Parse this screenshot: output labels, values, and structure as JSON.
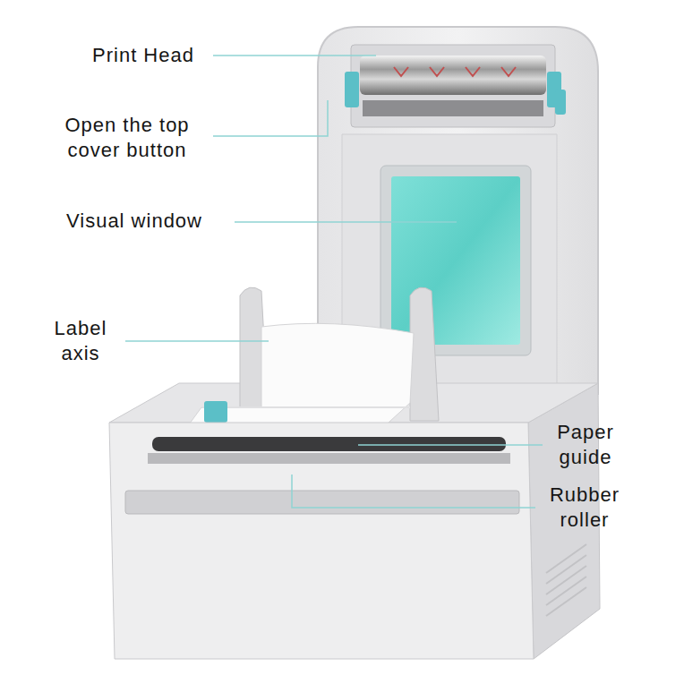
{
  "diagram": {
    "labels": [
      "Print Head",
      "Open the top cover button",
      "Visual window",
      "Label axis",
      "Paper guide",
      "Rubber roller"
    ]
  }
}
